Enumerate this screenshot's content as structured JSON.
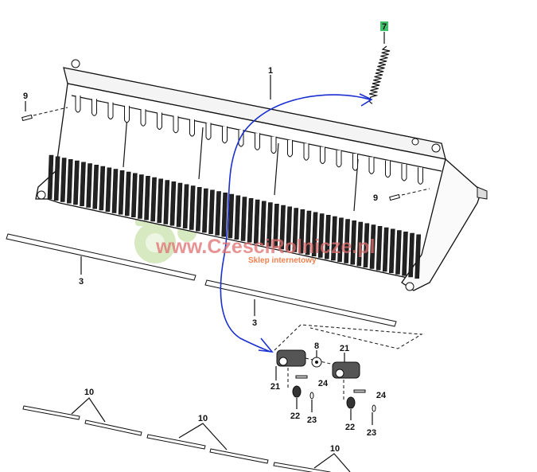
{
  "diagram": {
    "callouts": {
      "spring": "7",
      "frame": "1",
      "pin_left": "9",
      "pin_right": "9",
      "rod_left": "3",
      "rod_right": "3",
      "washer": "8",
      "bracket_right": "21",
      "bracket_left": "21",
      "pin24_left": "24",
      "pin24_right": "24",
      "bearing_left": "22",
      "ring_left": "23",
      "bearing_right": "22",
      "ring_right": "23",
      "bars_a": "10",
      "bars_b": "10",
      "bars_c": "10"
    },
    "highlight_color": "#3fbf6a",
    "annotation_color": "#1a2fd0"
  },
  "watermark": {
    "url": "www.CzesciRolnicze.pl",
    "tagline": "Sklep internetowy"
  }
}
